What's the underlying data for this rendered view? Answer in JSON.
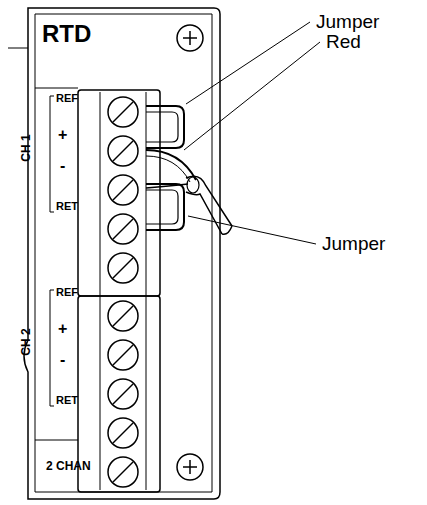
{
  "diagram": {
    "labels": [
      "RTD",
      "REF",
      "+",
      "-",
      "RET",
      "CH 1",
      "REF",
      "+",
      "-",
      "RET",
      "CH 2",
      "2 CHAN",
      "Jumper",
      "Red",
      "Jumper"
    ]
  }
}
